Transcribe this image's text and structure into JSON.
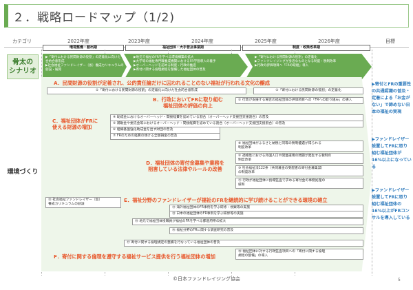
{
  "title": "２．戦略ロードマップ（1/2)",
  "header": {
    "category": "カテゴリ",
    "years": [
      "2022年度",
      "2023年度",
      "2024年度",
      "2025年度",
      "2026年度"
    ],
    "goal": "目標"
  },
  "phases": [
    "環境整備・創出期",
    "福祉団体・大手普及事業期",
    "制度・政策改革期"
  ],
  "left_labels": {
    "scenario": "骨太の\nシナリオ",
    "environment": "環境づくり"
  },
  "scenarios": [
    {
      "lines": [
        "▶「寄付における民間財源の役割」の定着化に向けた",
        "  合約合意形成",
        "▶社会福祉ファンドレイザー（仮）養成カリキュラムの",
        "  創設・展開"
      ]
    },
    {
      "lines": [
        "▶地元で福祉のFRを学べる環境構築の拡大",
        "▶大学等の福祉専門職養成機関におけるFR学習導入の着手",
        "▶オーバーヘッドを認める制度・行政の推進",
        "▶寄付に関する倫理規程を整備した福祉団体の普及"
      ]
    },
    {
      "lines": [
        "▶「寄付における民間財源の役割」の定着化",
        "▶ファンドレイジングが身近なものとなる制度・税制改革",
        "▶行政の評価項目へ「FRの取組」導入"
      ]
    }
  ],
  "sections": {
    "A": {
      "title": "A．民間財源の役割が定着され、公的責任論だけに囚われることのない福祉が行われる文化の醸成",
      "items": [
        "①「寄付における民間財源の役割」の定着化に向けた社会的合意形成",
        "②「寄付における民間財源の役割」の定着化"
      ]
    },
    "B": {
      "title": "B．行政においてFRに取り組む\n福祉団体の評価の向上",
      "items": [
        "③ 行政が支援する場合の福祉団体の評価項目への「FRへの取り組み」の導入"
      ]
    },
    "C": {
      "title": "C．福祉団体がFRに\n使える財源の増加",
      "items": [
        "④ 助成金におけるオーバーヘッド・間接経費を認めている割合（オーバーヘッド支援団支援割合）の普及",
        "⑤ 補助金や委託金等におけるオーバーヘッド・間接経費を認めている割合（オーバーヘッド支援団支援割合）の普及",
        "⑥ 組織基盤強化助成金を出す財団の普及",
        "⑦ FRのための経費の傾ける全額損金の普及"
      ]
    },
    "D": {
      "title": "D．福祉団体の寄付金募集や業務を\n阻害している法律やルールの改善",
      "items": [
        "⑧ 福祉団体がふるさと納税と同等の税制優遇が得られる\n制度改革",
        "⑨ 適格性における外国人口や関連運用の問題が発生する税制の\n制度改革",
        "⑩ 社会福祉法122条（共同募金の受配者の寄付金募集禁）\nの制度改革",
        "⑪ 行政が福祉団体に指導監査で求める寄付金の事務処理の\n緩和"
      ]
    },
    "E": {
      "title": "E．福祉分野のファンドレイザーが福祉のFRを継続的に学び続けることができる環境の確立",
      "pre": "⑫ 社会福祉ファンドレイザー（仮）\n養成カリキュラムの創設",
      "items": [
        "⑬ 海外福祉団体のFR事例を学ぶ研修・視察等の実施",
        "⑭ 日本の福祉団体のFR事例を学ぶ研修等の実施",
        "⑮ 地元で福祉団体役職員が福祉のFRを学べる都道府県の拡大",
        "⑯ 福祉分野のFRに関する調査研究の普及"
      ]
    },
    "F": {
      "title": "F．寄付に関する倫理を遵守する福祉サービス提供を行う福祉団体の増加",
      "items": [
        "⑰ 寄付に関する倫理規定の整備を行なっている福祉団体の普及",
        "⑱ 福祉団体に対する行政監査項目への「寄付に関する倫理\n規程の整備」の導入"
      ]
    }
  },
  "goals": [
    "▶寄付とFRの重要性の共通認識の普及・定着による「お金がない」で諦めない日本の福祉の実現",
    "▶ファンドレイザー設置してFRに取り組む福祉団体が16%以上になっている",
    "▶ファンドレイザー設置してFRに取り組む福祉団体の16%以上がFRコンサルを導入している"
  ],
  "footer": "©日本ファンドレイジング協会",
  "page_number": "5",
  "colors": {
    "green": "#6aab52",
    "orange": "#e8562a",
    "blue": "#2f7bbd"
  }
}
